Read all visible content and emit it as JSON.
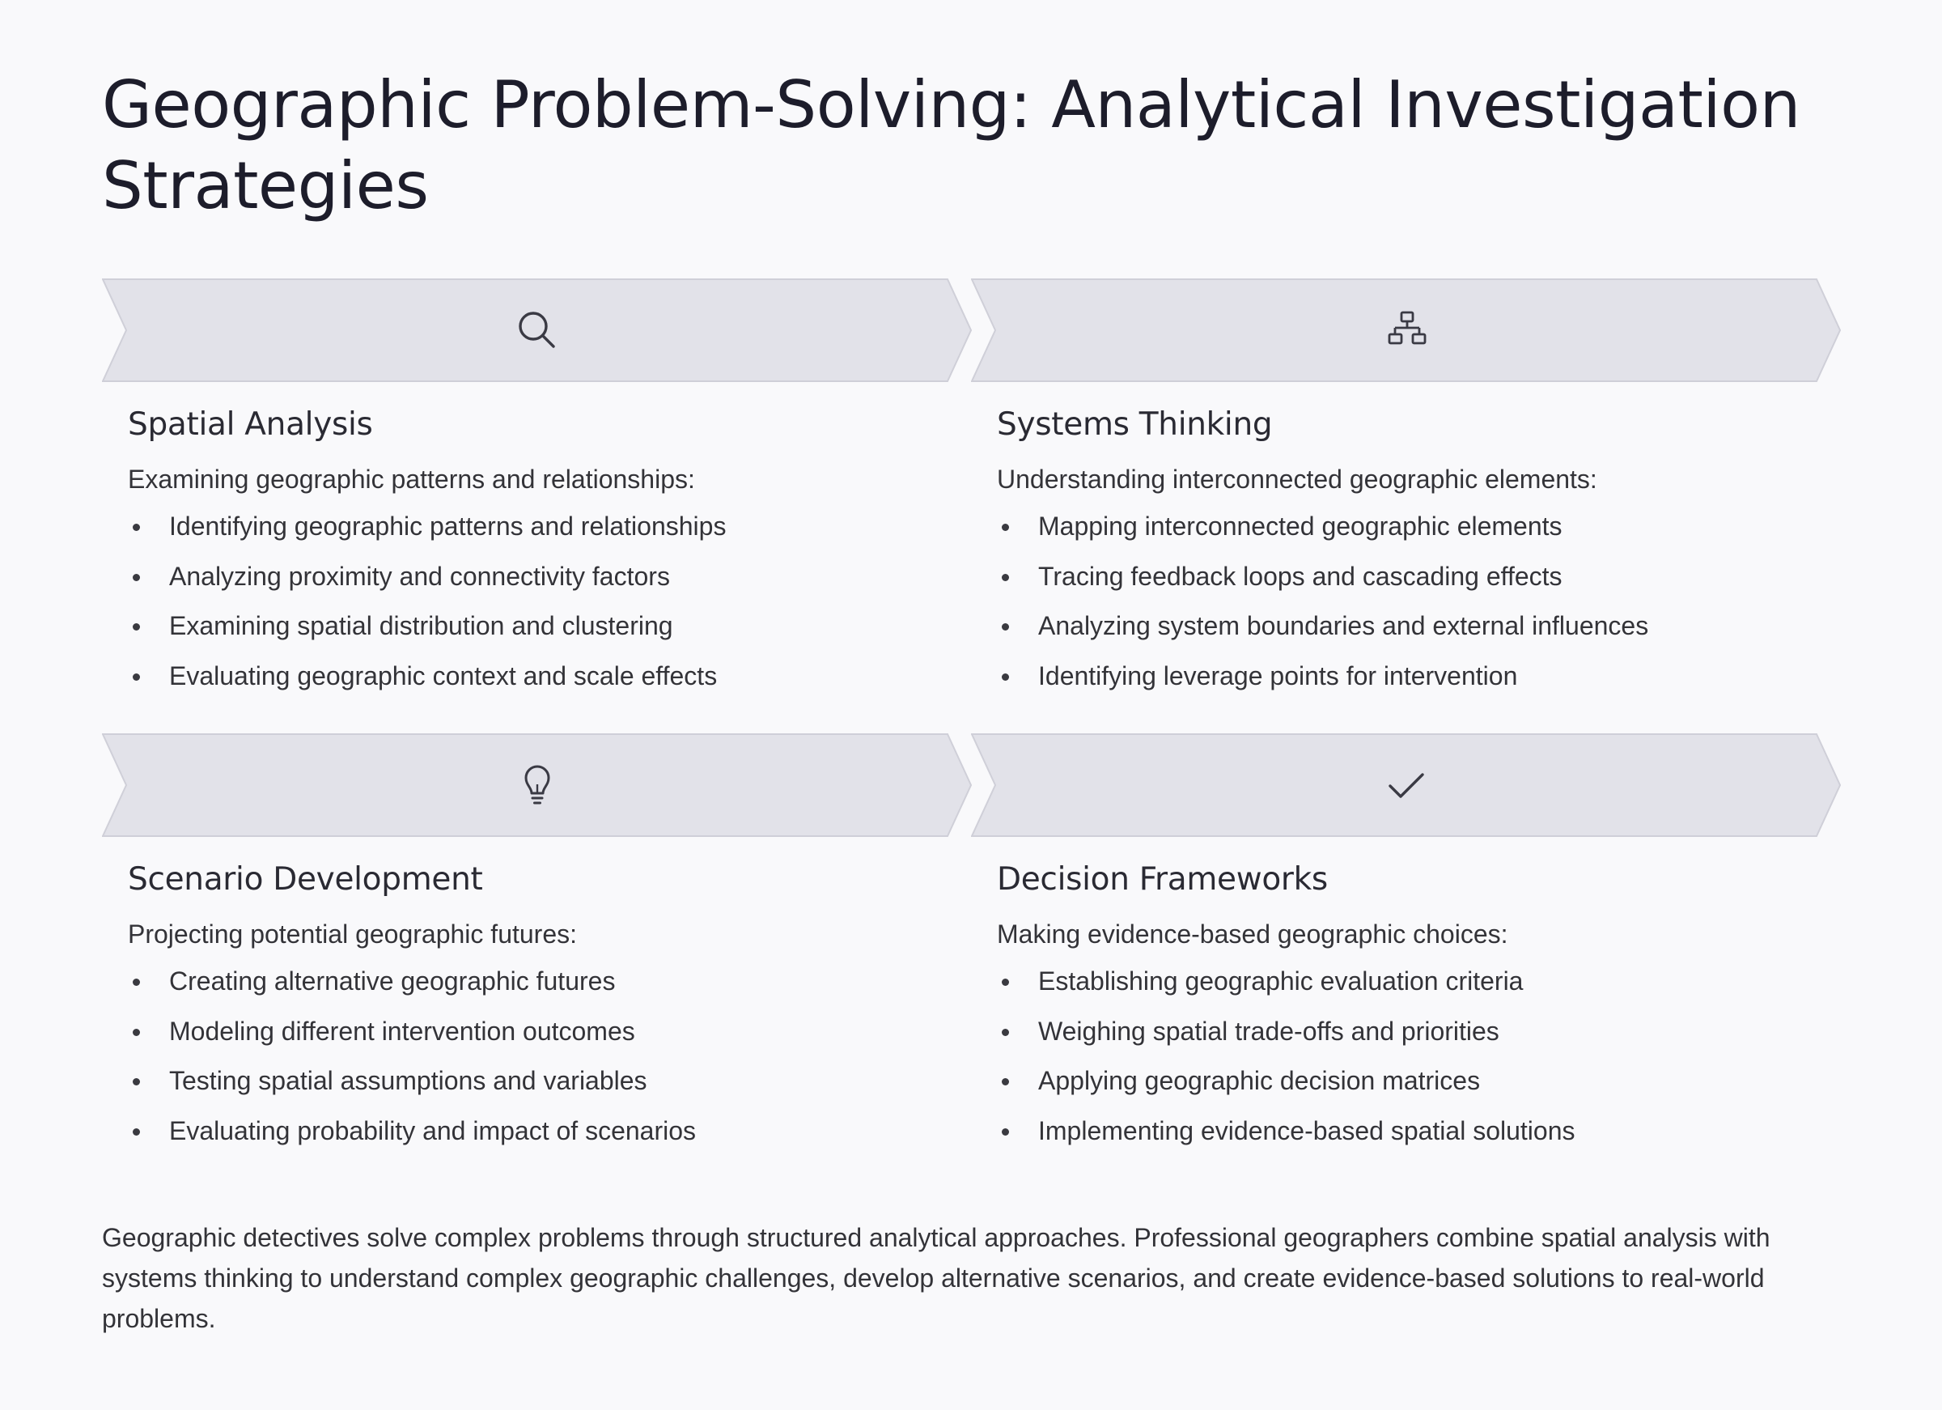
{
  "title": "Geographic Problem-Solving: Analytical Investigation Strategies",
  "cards": [
    {
      "icon": "search-icon",
      "title": "Spatial Analysis",
      "intro": "Examining geographic patterns and relationships:",
      "items": [
        "Identifying geographic patterns and relationships",
        "Analyzing proximity and connectivity factors",
        "Examining spatial distribution and clustering",
        "Evaluating geographic context and scale effects"
      ]
    },
    {
      "icon": "network-icon",
      "title": "Systems Thinking",
      "intro": "Understanding interconnected geographic elements:",
      "items": [
        "Mapping interconnected geographic elements",
        "Tracing feedback loops and cascading effects",
        "Analyzing system boundaries and external influences",
        "Identifying leverage points for intervention"
      ]
    },
    {
      "icon": "lightbulb-icon",
      "title": "Scenario Development",
      "intro": "Projecting potential geographic futures:",
      "items": [
        "Creating alternative geographic futures",
        "Modeling different intervention outcomes",
        "Testing spatial assumptions and variables",
        "Evaluating probability and impact of scenarios"
      ]
    },
    {
      "icon": "checkmark-icon",
      "title": "Decision Frameworks",
      "intro": "Making evidence-based geographic choices:",
      "items": [
        "Establishing geographic evaluation criteria",
        "Weighing spatial trade-offs and priorities",
        "Applying geographic decision matrices",
        "Implementing evidence-based spatial solutions"
      ]
    }
  ],
  "footer": "Geographic detectives solve complex problems through structured analytical approaches. Professional geographers combine spatial analysis with systems thinking to understand complex geographic challenges, develop alternative scenarios, and create evidence-based solutions to real-world problems.",
  "colors": {
    "banner_fill": "#e2e2e9",
    "banner_stroke": "#cfcfd8",
    "icon": "#3a3a44"
  }
}
